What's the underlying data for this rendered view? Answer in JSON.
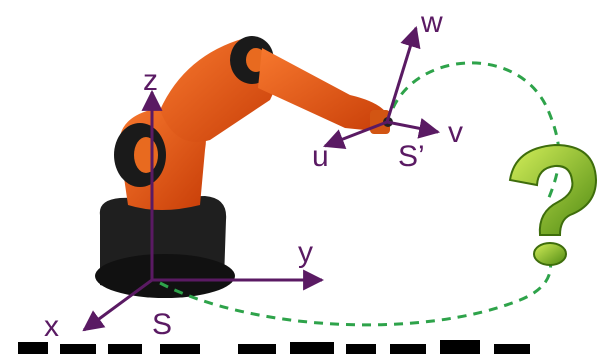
{
  "diagram": {
    "base_frame": {
      "origin_label": "S",
      "axes": {
        "x": "x",
        "y": "y",
        "z": "z"
      }
    },
    "tool_frame": {
      "origin_label": "S’",
      "axes": {
        "u": "u",
        "v": "v",
        "w": "w"
      }
    },
    "question_icon": {
      "symbol": "?",
      "color": "#8fbf1f"
    },
    "colors": {
      "axis": "#5a1a63",
      "robot": "#e8500f",
      "robot_dark": "#1a1a1a",
      "path": "#2ea34a"
    }
  }
}
